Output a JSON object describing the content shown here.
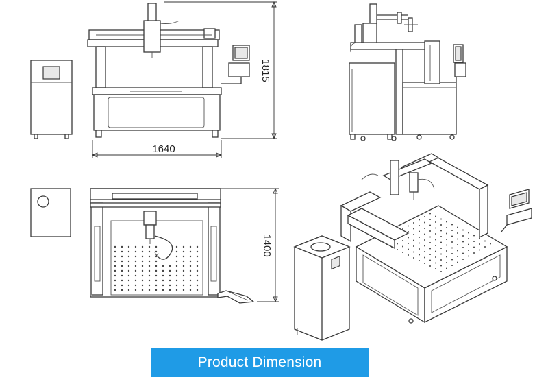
{
  "dimensions": {
    "width_mm": "1640",
    "height_mm": "1815",
    "depth_mm": "1400"
  },
  "banner": {
    "label": "Product Dimension",
    "color": "#1f9be6"
  }
}
